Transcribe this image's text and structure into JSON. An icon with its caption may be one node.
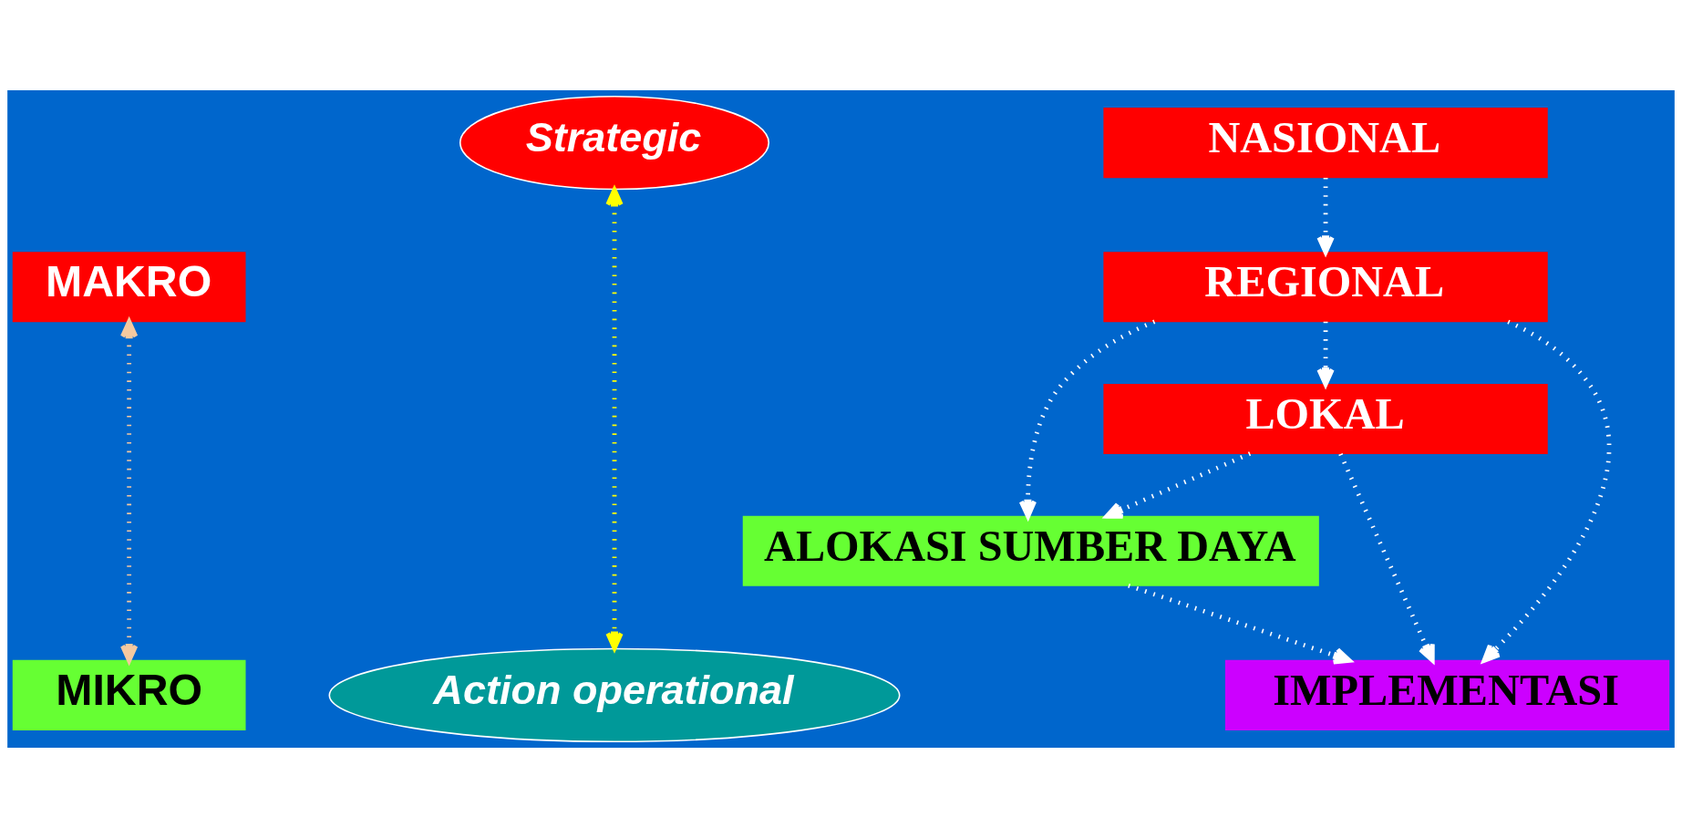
{
  "diagram": {
    "nodes": [
      {
        "text": [
          "MAKRO"
        ]
      },
      {
        "text": [
          "MIKRO"
        ]
      },
      {
        "text": [
          "Strategic"
        ]
      },
      {
        "text": [
          "Action operational"
        ]
      },
      {
        "text": [
          "NASIONAL"
        ]
      },
      {
        "text": [
          "REGIONAL"
        ]
      },
      {
        "text": [
          "LOKAL"
        ]
      },
      {
        "text": [
          "ALOKASI SUMBER DAYA"
        ]
      },
      {
        "text": [
          "IMPLEMENTASI"
        ]
      }
    ],
    "edges": [
      {
        "from": 0,
        "to": 1,
        "arrow": "both",
        "color": "#f5c9a0"
      },
      {
        "from": 2,
        "to": 3,
        "arrow": "both",
        "color": "#ffff00"
      },
      {
        "from": 4,
        "to": 5,
        "arrow": "to"
      },
      {
        "from": 5,
        "to": 6,
        "arrow": "to"
      },
      {
        "from": 6,
        "to": 7,
        "arrow": "to"
      },
      {
        "from": 7,
        "to": 8,
        "arrow": "to"
      },
      {
        "from": 5,
        "to": 7,
        "arrow": "to"
      },
      {
        "from": 5,
        "to": 8,
        "arrow": "to"
      },
      {
        "from": 6,
        "to": 8,
        "arrow": "to"
      }
    ]
  }
}
